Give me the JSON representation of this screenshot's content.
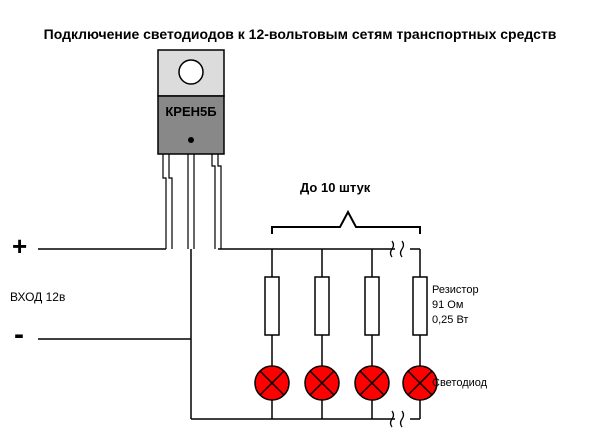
{
  "title": "Подключение светодиодов к 12-вольтовым сетям транспортных средств",
  "chip": {
    "label": "КРЕН5Б"
  },
  "count_label": "До 10 штук",
  "input": {
    "plus": "+",
    "minus": "-",
    "label": "ВХОД 12в"
  },
  "resistor": {
    "label": "Резистор\n91 Ом\n0,25 Вт"
  },
  "led": {
    "label": "Светодиод"
  },
  "colors": {
    "led_fill": "#ff0000",
    "chip_body": "#888888",
    "chip_tab": "#dcdcdc",
    "wire": "#000000"
  }
}
